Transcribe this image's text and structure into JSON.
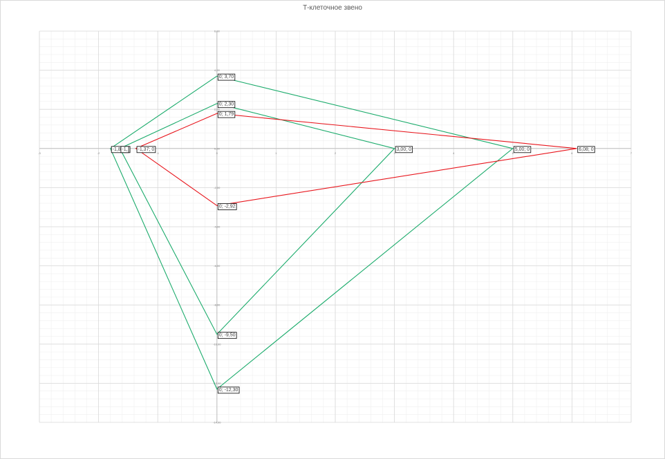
{
  "chart_data": {
    "type": "scatter",
    "title": "Т-клеточное звено",
    "xlabel": "",
    "ylabel": "",
    "xlim": [
      -3,
      7
    ],
    "ylim": [
      -14,
      6
    ],
    "x_ticks": [
      "-3",
      "-2",
      "-1",
      "0",
      "1",
      "2",
      "3",
      "4",
      "5",
      "6",
      "7"
    ],
    "y_ticks": [
      "-14,00",
      "-12,00",
      "-10,00",
      "-8,00",
      "-6,00",
      "-4,00",
      "-2,00",
      "0,00",
      "2,00",
      "4,00",
      "6,00"
    ],
    "grid": true,
    "colors": {
      "green": "#1aab6b",
      "red": "#e8141b",
      "grid_major": "#d9d9d9",
      "grid_minor": "#efefef",
      "axis": "#bfbfbf"
    },
    "series": [
      {
        "color": "green",
        "values": [
          [
            0,
            3.7
          ],
          [
            5.0,
            0
          ],
          [
            0,
            -12.3
          ],
          [
            -1.8,
            0
          ],
          [
            0,
            3.7
          ]
        ]
      },
      {
        "color": "green",
        "values": [
          [
            0,
            2.3
          ],
          [
            3.0,
            0
          ],
          [
            0,
            -9.5
          ],
          [
            -1.64,
            0
          ],
          [
            0,
            2.3
          ]
        ]
      },
      {
        "color": "red",
        "values": [
          [
            0,
            1.79
          ],
          [
            6.08,
            0
          ],
          [
            0,
            -2.92
          ],
          [
            -1.37,
            0
          ],
          [
            0,
            1.79
          ]
        ]
      }
    ],
    "point_labels": [
      {
        "x": 0,
        "y": 3.7,
        "text": "0; 3,70"
      },
      {
        "x": 0,
        "y": 2.3,
        "text": "0; 2,30"
      },
      {
        "x": 0,
        "y": 1.79,
        "text": "0; 1,79"
      },
      {
        "x": 0,
        "y": -2.92,
        "text": "0; -2,92"
      },
      {
        "x": 0,
        "y": -9.5,
        "text": "0; -9,50"
      },
      {
        "x": 0,
        "y": -12.3,
        "text": "0; -12,30"
      },
      {
        "x": -1.8,
        "y": 0,
        "text": "-1,80; 0"
      },
      {
        "x": -1.64,
        "y": 0,
        "text": "-1,"
      },
      {
        "x": -1.37,
        "y": 0,
        "text": "-1,37; 0"
      },
      {
        "x": 3.0,
        "y": 0,
        "text": "3,00; 0"
      },
      {
        "x": 5.0,
        "y": 0,
        "text": "5,00; 0"
      },
      {
        "x": 6.08,
        "y": 0,
        "text": "6,08; 0"
      }
    ]
  }
}
